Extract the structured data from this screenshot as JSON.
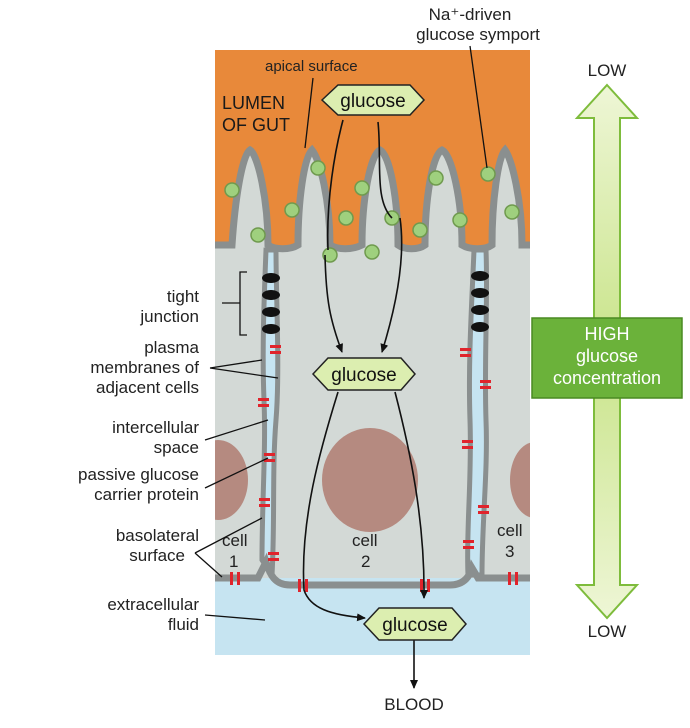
{
  "labels": {
    "symport": [
      "Na⁺-driven",
      "glucose symport"
    ],
    "apical": "apical surface",
    "lumen": [
      "LUMEN",
      "OF GUT"
    ],
    "tight": [
      "tight",
      "junction"
    ],
    "plasma": [
      "plasma",
      "membranes of",
      "adjacent cells"
    ],
    "intercellular": [
      "intercellular",
      "space"
    ],
    "passive": [
      "passive glucose",
      "carrier protein"
    ],
    "basolateral": [
      "basolateral",
      "surface"
    ],
    "extracellular": [
      "extracellular",
      "fluid"
    ],
    "blood": "BLOOD",
    "low_top": "LOW",
    "low_bottom": "LOW",
    "high": [
      "HIGH",
      "glucose",
      "concentration"
    ]
  },
  "glucose_tags": [
    "glucose",
    "glucose",
    "glucose"
  ],
  "cells": [
    {
      "word": "cell",
      "num": "1"
    },
    {
      "word": "cell",
      "num": "2"
    },
    {
      "word": "cell",
      "num": "3"
    }
  ],
  "colors": {
    "lumen": "#e8893a",
    "cytoplasm": "#d3d9d6",
    "membrane": "#8a8f8f",
    "nucleus": "#b58a80",
    "extracellular": "#c6e4f1",
    "symporter": "#9fd07e",
    "glucose_tag": "#dceeb0",
    "carrier": "#e0242c",
    "arrow_light": "#e3f0c0",
    "arrow_dark": "#7ebc3c"
  }
}
